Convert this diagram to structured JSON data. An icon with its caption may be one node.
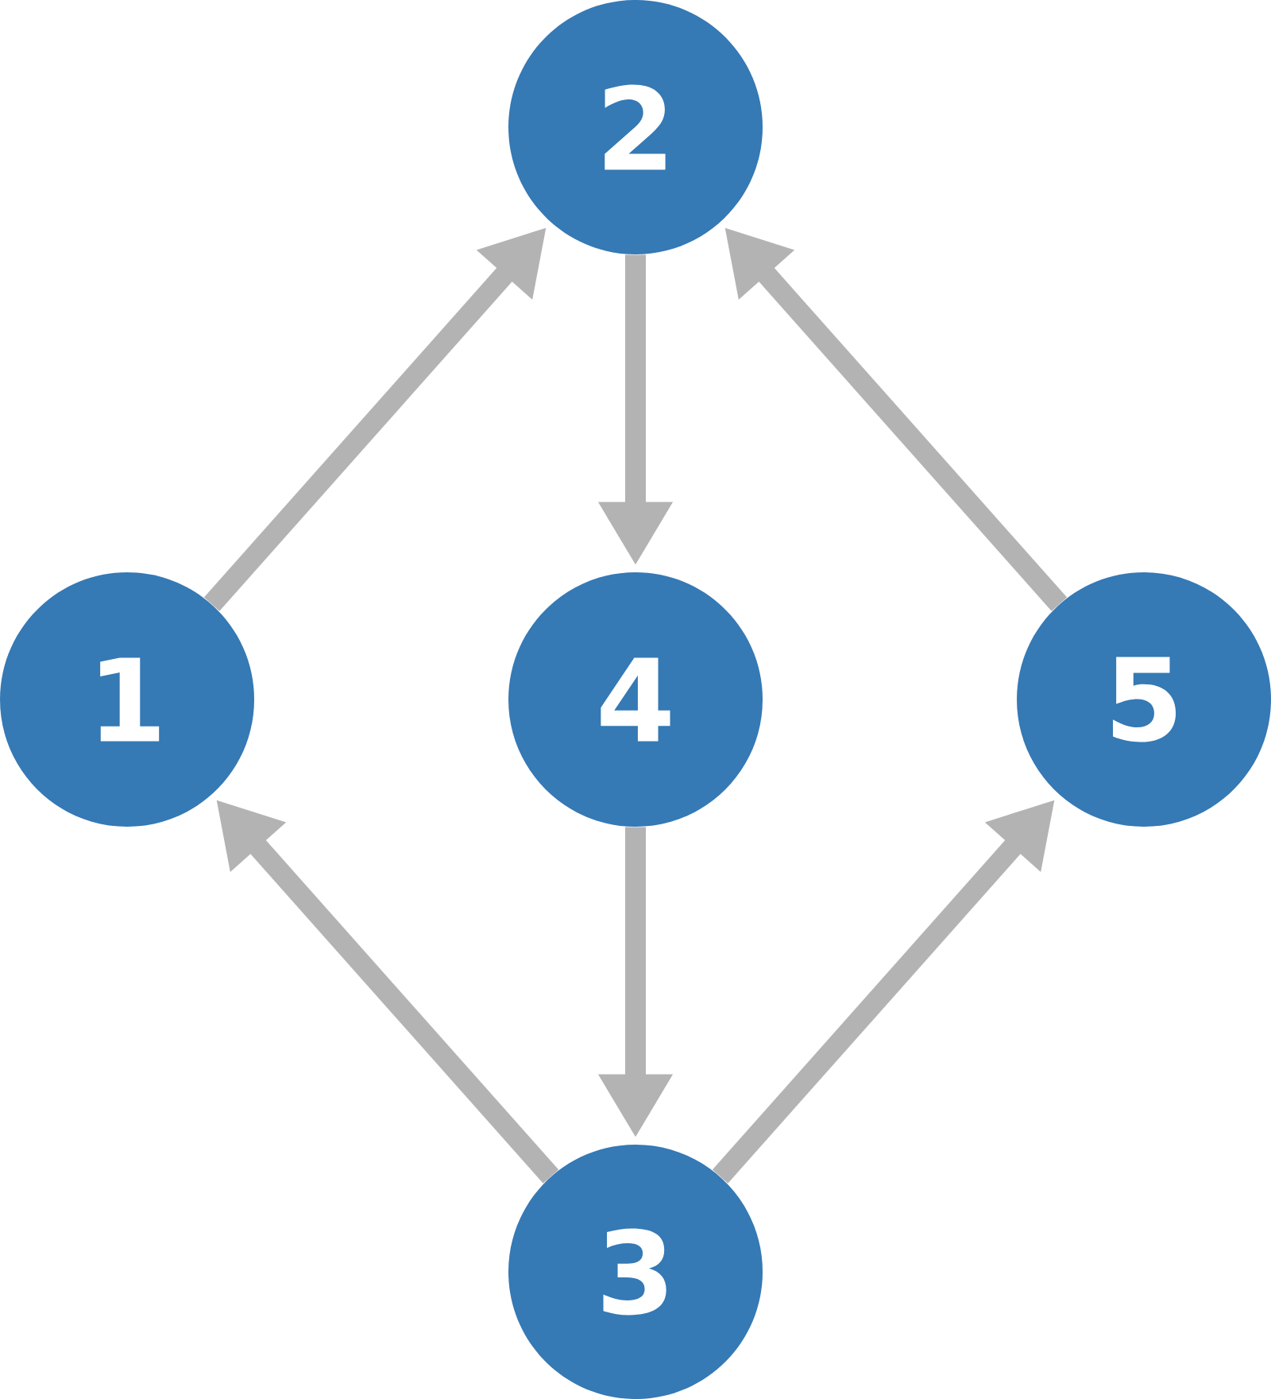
{
  "diagram": {
    "nodes": [
      {
        "text": [
          "2"
        ]
      },
      {
        "text": [
          "1"
        ]
      },
      {
        "text": [
          "4"
        ]
      },
      {
        "text": [
          "5"
        ]
      },
      {
        "text": [
          "3"
        ]
      }
    ],
    "edges": [
      {
        "from": 1,
        "to": 0,
        "arrow": "to"
      },
      {
        "from": 0,
        "to": 2,
        "arrow": "to"
      },
      {
        "from": 3,
        "to": 0,
        "arrow": "to"
      },
      {
        "from": 2,
        "to": 4,
        "arrow": "to"
      },
      {
        "from": 4,
        "to": 1,
        "arrow": "to"
      },
      {
        "from": 4,
        "to": 3,
        "arrow": "to"
      }
    ]
  }
}
